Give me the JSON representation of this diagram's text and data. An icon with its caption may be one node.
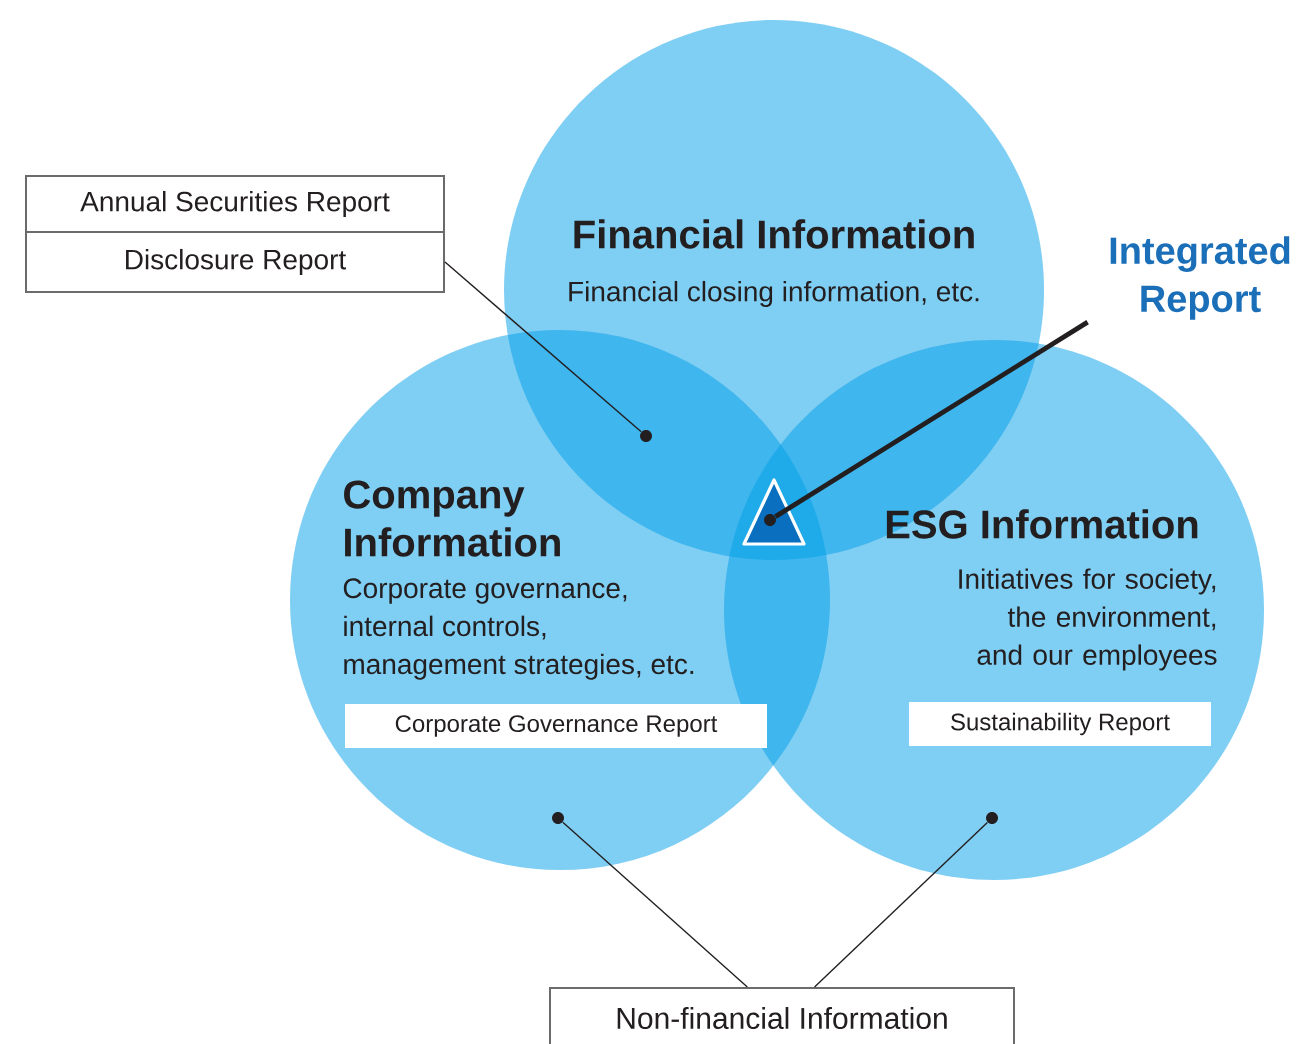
{
  "diagram": {
    "nodes": [
      {
        "text": [
          "Financial Information",
          "Financial closing information, etc."
        ]
      },
      {
        "text": [
          "Company Information",
          "Corporate governance, internal controls, management strategies, etc."
        ]
      },
      {
        "text": [
          "Corporate Governance Report"
        ],
        "in": 1
      },
      {
        "text": [
          "ESG Information",
          "Initiatives for society, the environment, and our employees"
        ]
      },
      {
        "text": [
          "Sustainability Report"
        ],
        "in": 3
      },
      {
        "text": [
          "Annual Securities Report"
        ]
      },
      {
        "text": [
          "Disclosure Report"
        ]
      },
      {
        "text": [
          "Integrated Report"
        ]
      },
      {
        "text": [
          "Non-financial Information"
        ]
      },
      {
        "text": [],
        "shape": "circle"
      },
      {
        "text": [],
        "shape": "circle"
      },
      {
        "text": [],
        "shape": "circle",
        "in": 1
      },
      {
        "text": [],
        "shape": "circle",
        "in": 3
      }
    ],
    "edges": [
      {
        "from": 6,
        "to": 9,
        "arrow": "none"
      },
      {
        "from": 7,
        "to": 10,
        "arrow": "none",
        "style": "thick"
      },
      {
        "from": 8,
        "to": 11,
        "arrow": "none"
      },
      {
        "from": 8,
        "to": 12,
        "arrow": "none"
      }
    ]
  }
}
